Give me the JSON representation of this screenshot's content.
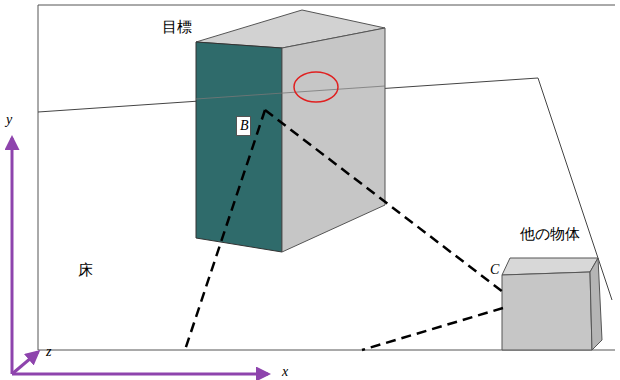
{
  "diagram": {
    "nodes": [
      {
        "text": [
          "B"
        ]
      }
    ],
    "labels": [
      "目標",
      "床",
      "他の物体",
      "C",
      "y",
      "z",
      "x"
    ]
  }
}
